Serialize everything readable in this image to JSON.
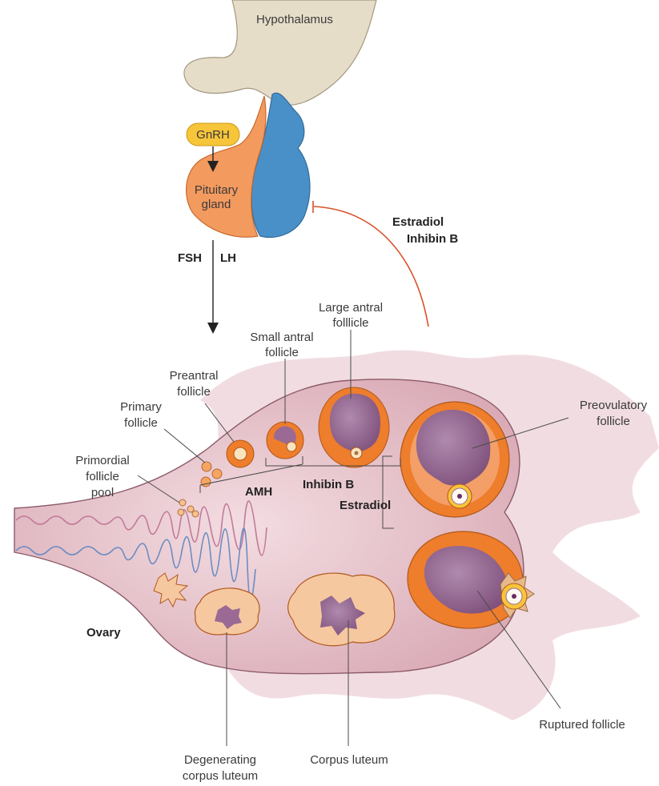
{
  "labels": {
    "hypothalamus": "Hypothalamus",
    "gnrh": "GnRH",
    "pituitary_line1": "Pituitary",
    "pituitary_line2": "gland",
    "fsh": "FSH",
    "lh": "LH",
    "estradiol_feedback": "Estradiol",
    "inhibin_feedback": "Inhibin B",
    "large_antral_line1": "Large antral",
    "large_antral_line2": "folllicle",
    "small_antral_line1": "Small antral",
    "small_antral_line2": "follicle",
    "preantral_line1": "Preantral",
    "preantral_line2": "follicle",
    "primary_line1": "Primary",
    "primary_line2": "follicle",
    "primordial_line1": "Primordial",
    "primordial_line2": "follicle",
    "primordial_line3": "pool",
    "preovulatory_line1": "Preovulatory",
    "preovulatory_line2": "follicle",
    "amh": "AMH",
    "inhibin_b": "Inhibin B",
    "estradiol": "Estradiol",
    "ovary": "Ovary",
    "ruptured": "Ruptured follicle",
    "degenerating_line1": "Degenerating",
    "degenerating_line2": "corpus luteum",
    "corpus_luteum": "Corpus luteum"
  },
  "colors": {
    "hypothalamus": "#e6ddc9",
    "posterior_pituitary": "#4a90c8",
    "anterior_pituitary": "#f39a5f",
    "gnrh_badge": "#f7c53a",
    "feedback_arrow": "#d9502a",
    "ovary": "#e9c6cd",
    "tissue": "#f1dde1",
    "follicle_outer": "#ee7d2c",
    "antrum": "#9a6a94",
    "corpus_luteum": "#f6c8a0"
  }
}
